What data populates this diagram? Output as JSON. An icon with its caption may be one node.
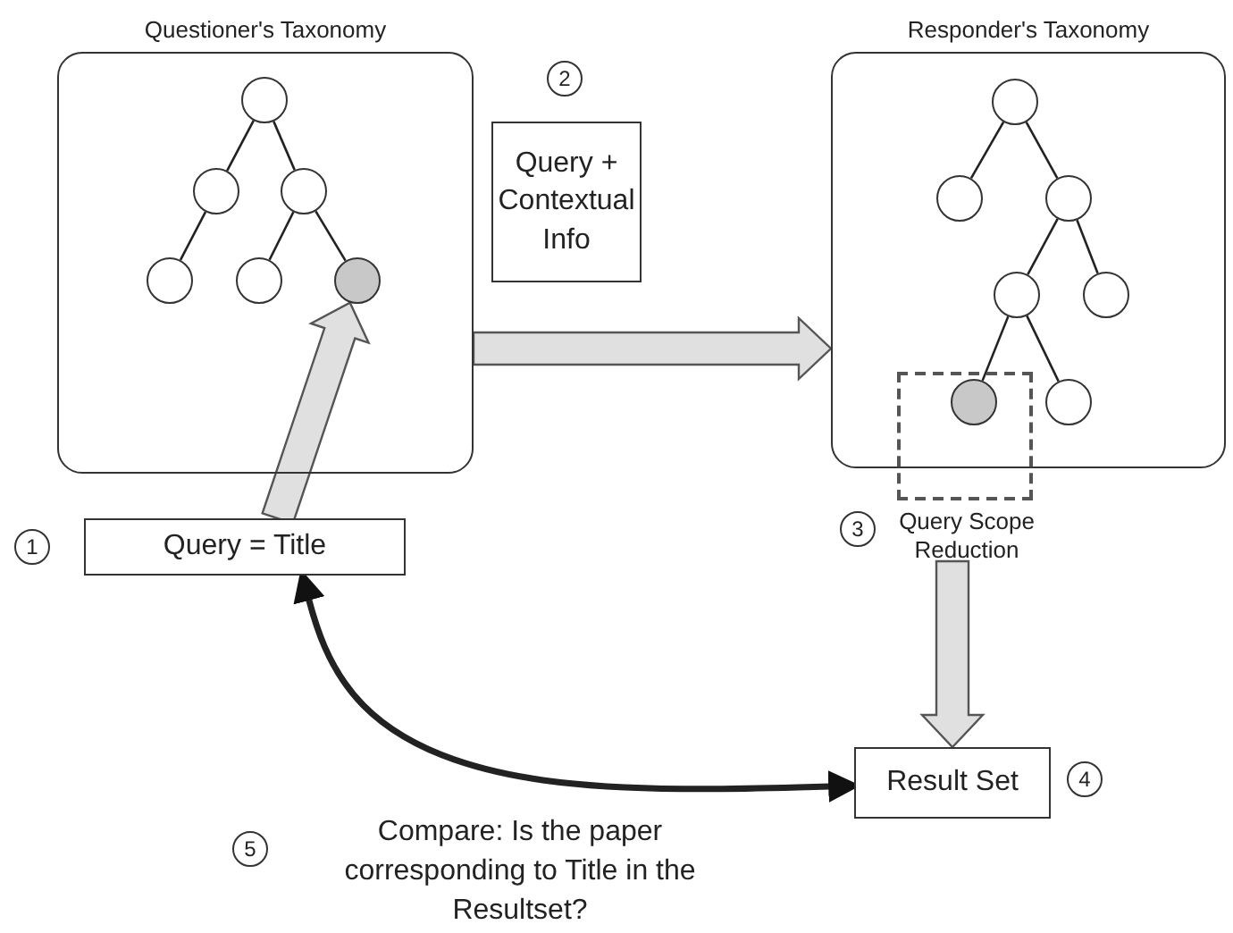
{
  "diagram": {
    "nodes": [
      {
        "text": [
          "Questioner's Taxonomy"
        ]
      },
      {
        "text": [],
        "shape": "circle",
        "in": 0
      },
      {
        "text": [],
        "shape": "circle",
        "in": 0
      },
      {
        "text": [],
        "shape": "circle",
        "in": 0
      },
      {
        "text": [],
        "shape": "circle",
        "in": 0
      },
      {
        "text": [],
        "shape": "circle",
        "in": 0
      },
      {
        "text": [],
        "shape": "circle",
        "in": 0
      },
      {
        "text": [
          "Query = Title"
        ],
        "beside": [
          "1"
        ]
      },
      {
        "text": [
          "Query + Contextual Info"
        ],
        "beside": [
          "2"
        ]
      },
      {
        "text": [
          "Responder's Taxonomy"
        ]
      },
      {
        "text": [],
        "shape": "circle",
        "in": 9
      },
      {
        "text": [],
        "shape": "circle",
        "in": 9
      },
      {
        "text": [],
        "shape": "circle",
        "in": 9
      },
      {
        "text": [],
        "shape": "circle",
        "in": 9
      },
      {
        "text": [],
        "shape": "circle",
        "in": 9
      },
      {
        "text": [],
        "shape": "circle"
      },
      {
        "text": [],
        "shape": "circle",
        "in": 9
      },
      {
        "text": [
          "Query Scope Reduction"
        ],
        "beside": [
          "3"
        ]
      },
      {
        "text": [
          "Result Set"
        ],
        "beside": [
          "4"
        ]
      }
    ],
    "edges": [
      {
        "from": 1,
        "to": 2,
        "arrow": "none"
      },
      {
        "from": 1,
        "to": 3,
        "arrow": "none"
      },
      {
        "from": 2,
        "to": 4,
        "arrow": "none"
      },
      {
        "from": 3,
        "to": 5,
        "arrow": "none"
      },
      {
        "from": 3,
        "to": 6,
        "arrow": "none"
      },
      {
        "from": 10,
        "to": 11,
        "arrow": "none"
      },
      {
        "from": 10,
        "to": 12,
        "arrow": "none"
      },
      {
        "from": 12,
        "to": 13,
        "arrow": "none"
      },
      {
        "from": 12,
        "to": 14,
        "arrow": "none"
      },
      {
        "from": 13,
        "to": 15,
        "arrow": "none"
      },
      {
        "from": 13,
        "to": 16,
        "arrow": "none"
      },
      {
        "from": 7,
        "to": 6,
        "arrow": "to",
        "style": "thick",
        "color": "#e0e0e0"
      },
      {
        "from": 0,
        "to": 9,
        "arrow": "to",
        "style": "thick",
        "color": "#e0e0e0"
      },
      {
        "from": 17,
        "to": 18,
        "arrow": "to",
        "style": "thick",
        "color": "#e0e0e0"
      },
      {
        "from": 7,
        "to": 18,
        "arrow": "both",
        "style": "thick"
      }
    ],
    "labels": [
      "5",
      "Compare: Is the paper corresponding to Title in the Resultset?"
    ]
  }
}
